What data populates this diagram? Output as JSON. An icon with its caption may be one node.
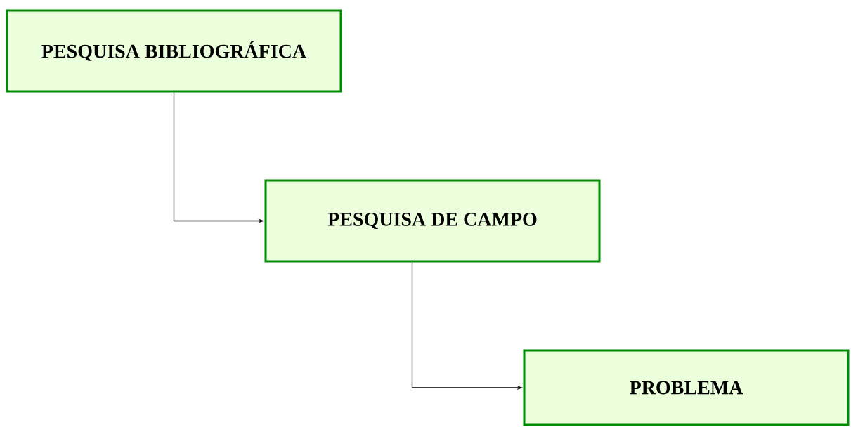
{
  "diagram": {
    "nodes": [
      {
        "text": [
          "PESQUISA BIBLIOGRÁFICA"
        ]
      },
      {
        "text": [
          "PESQUISA DE CAMPO"
        ]
      },
      {
        "text": [
          "PROBLEMA"
        ]
      }
    ],
    "edges": [
      {
        "from": 0,
        "to": 1,
        "arrow": "to"
      },
      {
        "from": 1,
        "to": 2,
        "arrow": "to"
      }
    ]
  }
}
